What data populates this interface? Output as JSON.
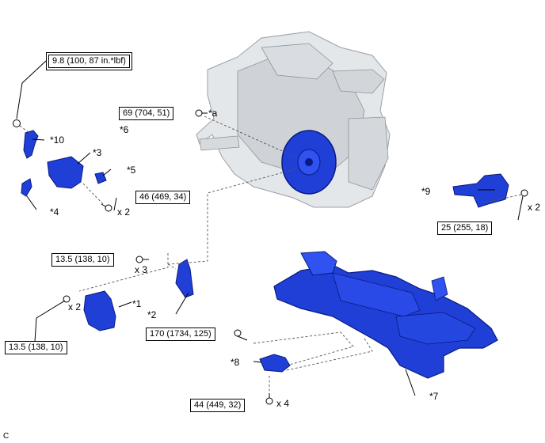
{
  "torque": {
    "t1": "9.8 (100, 87 in.*lbf)",
    "t2": "69 (704, 51)",
    "t3": "46 (469, 34)",
    "t4": "25 (255, 18)",
    "t5": "13.5 (138, 10)",
    "t6": "13.5 (138, 10)",
    "t7": "170 (1734, 125)",
    "t8": "44 (449, 32)"
  },
  "callouts": {
    "c10": "*10",
    "c3": "*3",
    "c5": "*5",
    "c4": "*4",
    "c6": "*6",
    "ca": "*a",
    "c9": "*9",
    "c1": "*1",
    "c2": "*2",
    "c8": "*8",
    "c7": "*7"
  },
  "quantities": {
    "q1": "x 2",
    "q2": "x 2",
    "q3": "x 3",
    "q4": "x 2",
    "q5": "x 4"
  },
  "corner_mark": "C",
  "colors": {
    "part_blue": "#1f3fd6",
    "part_dark": "#0a1a80",
    "engine_gray": "#cfd3d8"
  }
}
